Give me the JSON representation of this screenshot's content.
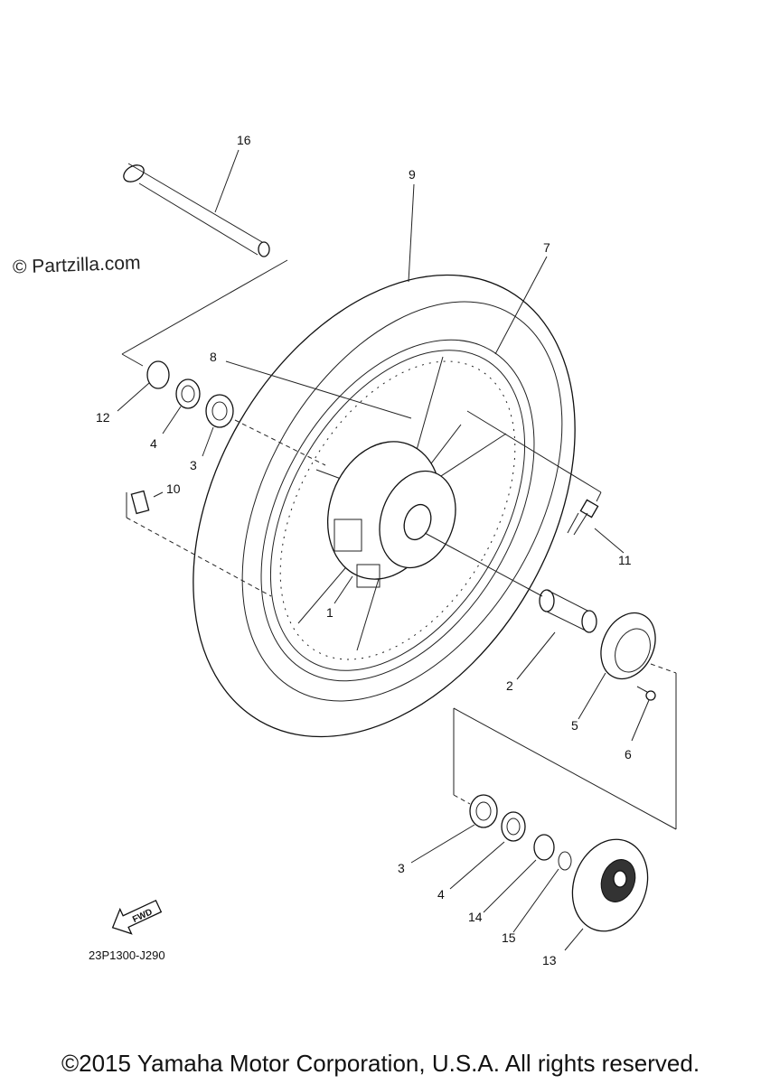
{
  "watermark": "© Partzilla.com",
  "diagram_code": "23P1300-J290",
  "fwd_label": "FWD",
  "copyright": "©2015 Yamaha Motor Corporation, U.S.A. All rights reserved.",
  "callouts": {
    "c1": "1",
    "c2": "2",
    "c3a": "3",
    "c3b": "3",
    "c4a": "4",
    "c4b": "4",
    "c5": "5",
    "c6": "6",
    "c7": "7",
    "c8": "8",
    "c9": "9",
    "c10": "10",
    "c11": "11",
    "c12": "12",
    "c13": "13",
    "c14": "14",
    "c15": "15",
    "c16": "16"
  }
}
